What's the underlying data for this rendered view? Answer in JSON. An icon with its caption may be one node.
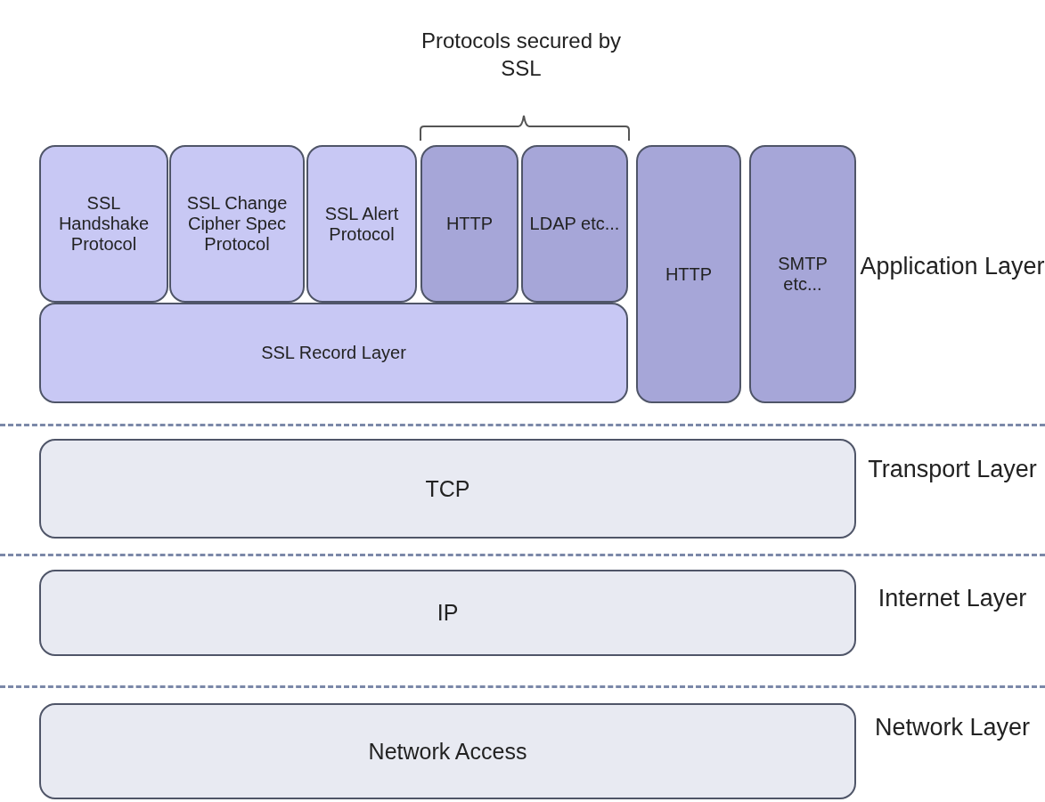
{
  "diagram": {
    "nodes": [
      {
        "text": [
          "SSL Handshake Protocol"
        ]
      },
      {
        "text": [
          "SSL Change Cipher Spec Protocol"
        ]
      },
      {
        "text": [
          "SSL Alert Protocol"
        ]
      },
      {
        "text": [
          "HTTP"
        ]
      },
      {
        "text": [
          "LDAP etc..."
        ]
      },
      {
        "text": [
          "SSL Record Layer"
        ]
      },
      {
        "text": [
          "HTTP"
        ]
      },
      {
        "text": [
          "SMTP etc..."
        ]
      },
      {
        "text": [
          "TCP"
        ]
      },
      {
        "text": [
          "IP"
        ]
      },
      {
        "text": [
          "Network Access"
        ]
      }
    ],
    "labels": [
      "Protocols secured by SSL",
      "Application Layer",
      "Transport Layer",
      "Internet Layer",
      "Network Layer"
    ]
  }
}
